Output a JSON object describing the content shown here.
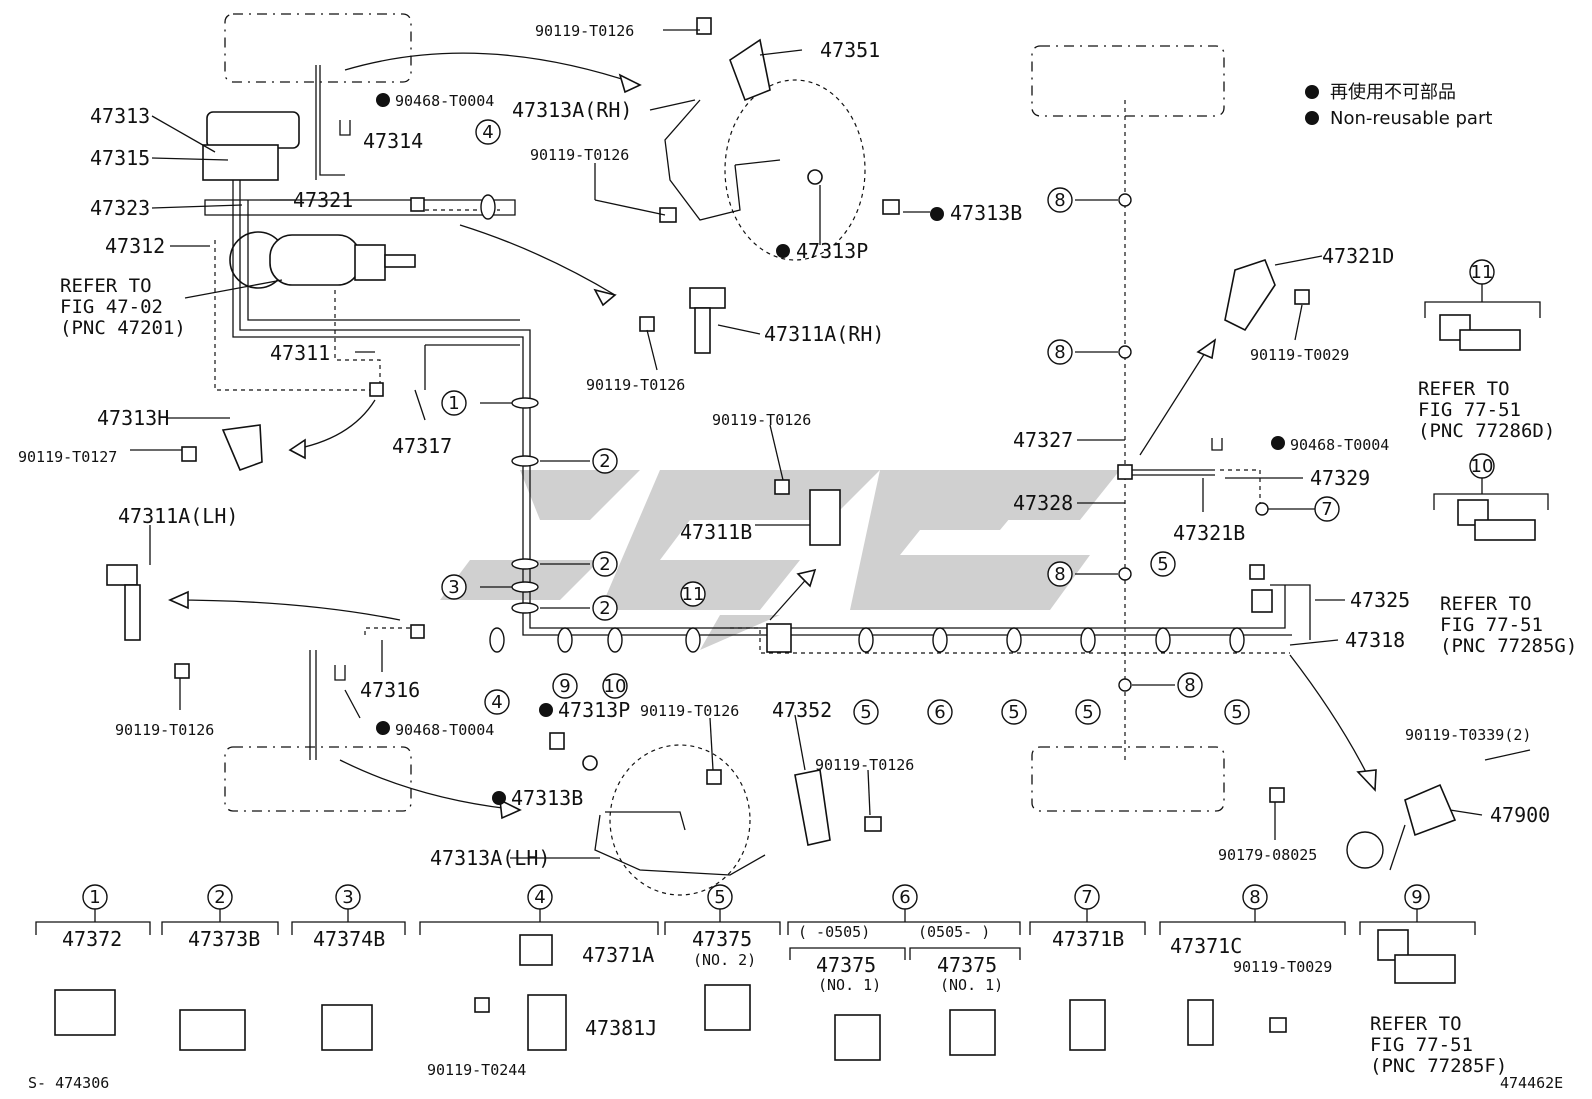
{
  "legend": {
    "ja": "再使用不可部品",
    "en": "Non-reusable part"
  },
  "codes": {
    "bottom_left": "S- 474306",
    "bottom_right": "474462E"
  },
  "parts": {
    "p47351": "47351",
    "p47313": "47313",
    "p47315": "47315",
    "p47323": "47323",
    "p47321": "47321",
    "p47312": "47312",
    "p47314": "47314",
    "p47311": "47311",
    "p47317": "47317",
    "p47313H": "47313H",
    "p47313ARH": "47313A(RH)",
    "p47313B_top": "47313B",
    "p47313P_top": "47313P",
    "p47311ARH": "47311A(RH)",
    "p47311B": "47311B",
    "p47311ALH": "47311A(LH)",
    "p47316": "47316",
    "p47313P_bot": "47313P",
    "p47313B_bot": "47313B",
    "p47313ALH": "47313A(LH)",
    "p47352": "47352",
    "p47321D": "47321D",
    "p47327": "47327",
    "p47328": "47328",
    "p47329": "47329",
    "p47321B": "47321B",
    "p47325": "47325",
    "p47318": "47318",
    "p47900": "47900",
    "b_0126_top": "90119-T0126",
    "b_0126_mid": "90119-T0126",
    "b_0126_rh": "90119-T0126",
    "b_0126_center": "90119-T0126",
    "b_0126_lh": "90119-T0126",
    "b_0126_bot": "90119-T0126",
    "b_0126_bot2": "90119-T0126",
    "b_0127": "90119-T0127",
    "b_0029": "90119-T0029",
    "b_0339": "90119-T0339(2)",
    "b_08025": "90179-08025",
    "c_0004_top": "90468-T0004",
    "c_0004_bot": "90468-T0004",
    "c_0004_right": "90468-T0004"
  },
  "refs": {
    "fig4702": [
      "REFER TO",
      "FIG 47-02",
      "(PNC 47201)"
    ],
    "fig7751_11": [
      "REFER TO",
      "FIG 77-51",
      "(PNC 77286D)"
    ],
    "fig7751_10": [
      "REFER TO",
      "FIG 77-51",
      "(PNC 77285G)"
    ],
    "fig7751_9": [
      "REFER TO",
      "FIG 77-51",
      "(PNC 77285F)"
    ]
  },
  "callouts": [
    "1",
    "2",
    "3",
    "4",
    "5",
    "6",
    "7",
    "8",
    "9",
    "10",
    "11"
  ],
  "clamps": [
    {
      "key": "1",
      "part": "47372"
    },
    {
      "key": "2",
      "part": "47373B"
    },
    {
      "key": "3",
      "part": "47374B"
    },
    {
      "key": "4",
      "part": "47371A",
      "part2": "47381J",
      "bolt": "90119-T0244"
    },
    {
      "key": "5",
      "part": "47375",
      "note": "(NO. 2)"
    },
    {
      "key": "6",
      "range_a": "(      -0505)",
      "range_b": "(0505-      )",
      "part": "47375",
      "note": "(NO. 1)",
      "part_b": "47375",
      "note_b": "(NO. 1)"
    },
    {
      "key": "7",
      "part": "47371B"
    },
    {
      "key": "8",
      "part": "47371C",
      "bolt": "90119-T0029"
    },
    {
      "key": "9"
    }
  ],
  "colors": {
    "line": "#111111",
    "watermark": "#c8c8c8",
    "background": "#ffffff"
  }
}
